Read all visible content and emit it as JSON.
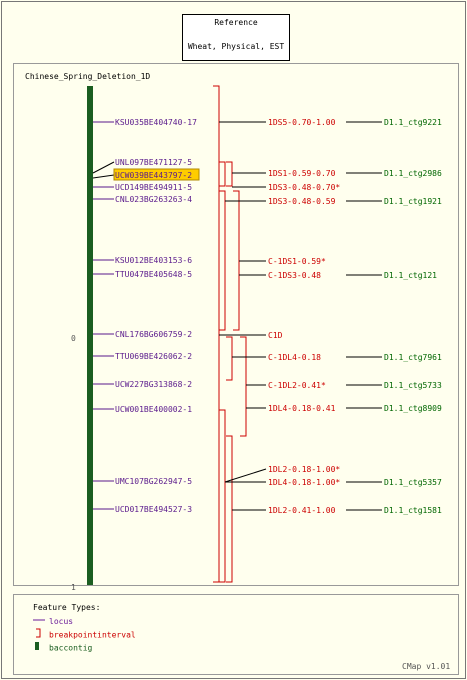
{
  "reference": {
    "line1": "Reference",
    "line2": "Wheat, Physical, EST"
  },
  "map_name": "Chinese_Spring_Deletion_1D",
  "scale": {
    "start_label": "0",
    "end_label": "1"
  },
  "loci": [
    {
      "name": "KSU035BE404740-17",
      "highlight": false
    },
    {
      "name": "UNL097BE471127-5",
      "highlight": false
    },
    {
      "name": "UCW039BE443797-2",
      "highlight": true
    },
    {
      "name": "UCD149BE494911-5",
      "highlight": false
    },
    {
      "name": "CNL023BG263263-4",
      "highlight": false
    },
    {
      "name": "KSU012BE403153-6",
      "highlight": false
    },
    {
      "name": "TTU047BE405648-5",
      "highlight": false
    },
    {
      "name": "CNL176BG606759-2",
      "highlight": false
    },
    {
      "name": "TTU069BE426062-2",
      "highlight": false
    },
    {
      "name": "UCW227BG313868-2",
      "highlight": false
    },
    {
      "name": "UCW001BE400002-1",
      "highlight": false
    },
    {
      "name": "UMC107BG262947-5",
      "highlight": false
    },
    {
      "name": "UCD017BE494527-3",
      "highlight": false
    }
  ],
  "intervals": [
    {
      "label": "1DS5-0.70-1.00",
      "contig": "D1.1_ctg9221"
    },
    {
      "label": "1DS1-0.59-0.70",
      "contig": "D1.1_ctg2986"
    },
    {
      "label": "1DS3-0.48-0.70*",
      "contig": ""
    },
    {
      "label": "1DS3-0.48-0.59",
      "contig": "D1.1_ctg1921"
    },
    {
      "label": "C-1DS1-0.59*",
      "contig": ""
    },
    {
      "label": "C-1DS3-0.48",
      "contig": "D1.1_ctg121"
    },
    {
      "label": "C1D",
      "contig": ""
    },
    {
      "label": "C-1DL4-0.18",
      "contig": "D1.1_ctg7961"
    },
    {
      "label": "C-1DL2-0.41*",
      "contig": "D1.1_ctg5733"
    },
    {
      "label": "1DL4-0.18-0.41",
      "contig": "D1.1_ctg8909"
    },
    {
      "label": "1DL2-0.18-1.00*",
      "contig": ""
    },
    {
      "label": "1DL4-0.18-1.00*",
      "contig": "D1.1_ctg5357"
    },
    {
      "label": "1DL2-0.41-1.00",
      "contig": "D1.1_ctg1581"
    }
  ],
  "legend": {
    "title": "Feature Types:",
    "items": [
      {
        "label": "locus",
        "icon": "line-icon",
        "color": "#6a1b9a"
      },
      {
        "label": "breakpointinterval",
        "icon": "bracket-icon",
        "color": "#cc0000"
      },
      {
        "label": "baccontig",
        "icon": "bar-icon",
        "color": "#1b5e20"
      }
    ]
  },
  "credit": "CMap v1.01",
  "colors": {
    "locus": "#5a1a8c",
    "interval": "#cc0000",
    "contig": "#006600",
    "bar": "#1b5e20",
    "highlight": "#ffcc00"
  }
}
